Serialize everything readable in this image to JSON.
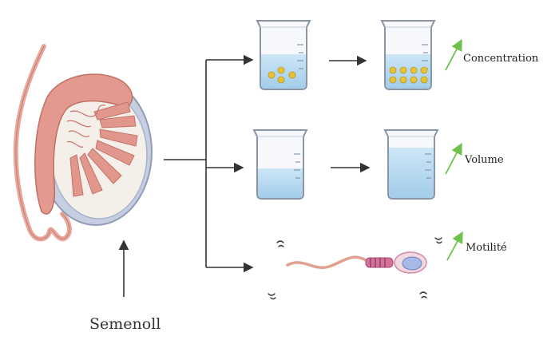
{
  "labels": {
    "source": "Semenoll",
    "concentration": "Concentration",
    "volume": "Volume",
    "motility": "Motilité"
  },
  "colors": {
    "tissue": "#e8a59a",
    "tissue_dark": "#c9736a",
    "capsule": "#b9c6dd",
    "liquid": "#a9d3ee",
    "liquid_top": "#cfe7f7",
    "dot": "#e8c33a",
    "trend_arrow": "#6cc24a",
    "arrow": "#333333"
  },
  "icons": {
    "organ": "testis-cross-section-icon",
    "beaker": "beaker-icon",
    "sperm": "sperm-cell-icon",
    "trend": "up-trend-arrow-icon"
  }
}
